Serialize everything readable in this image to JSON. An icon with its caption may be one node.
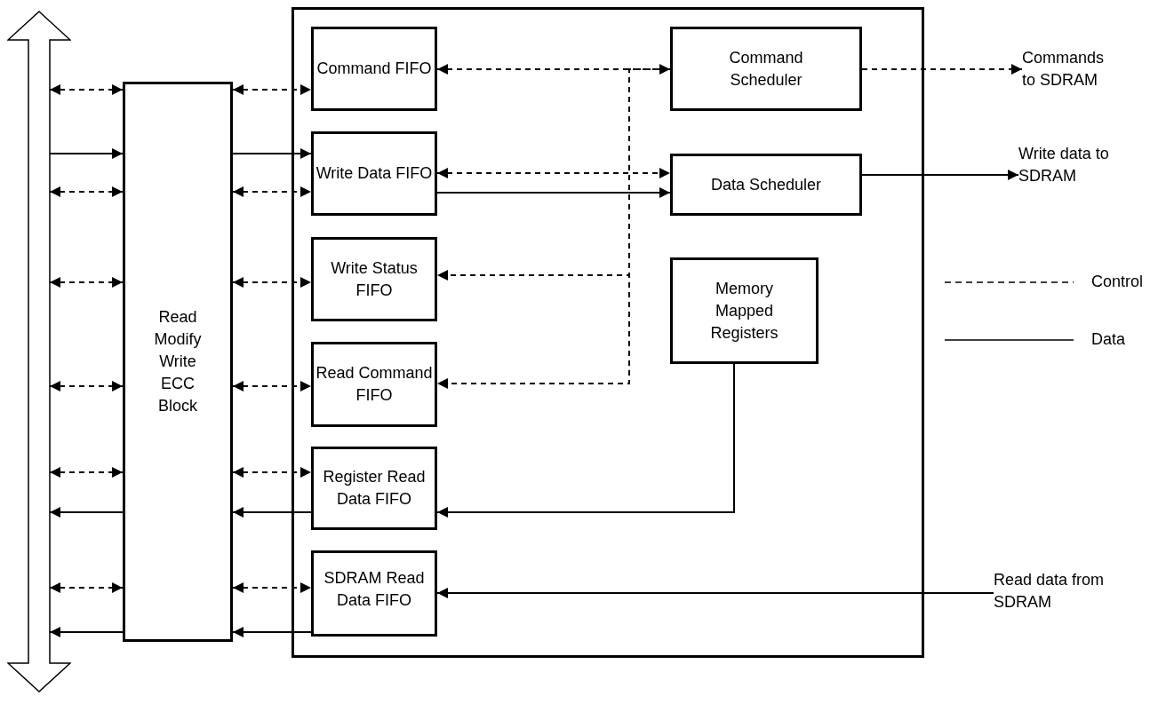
{
  "diagram": {
    "nodes": [
      {
        "text": [],
        "shape": "bar"
      },
      {
        "text": [
          "Read Modify Write ECC Block"
        ]
      },
      {
        "text": [],
        "shape": "box"
      },
      {
        "text": [
          "Command FIFO"
        ],
        "in": 2
      },
      {
        "text": [
          "Write Data FIFO"
        ],
        "in": 2
      },
      {
        "text": [
          "Write Status FIFO"
        ],
        "in": 2
      },
      {
        "text": [
          "Read Command FIFO"
        ],
        "in": 2
      },
      {
        "text": [
          "Register Read Data FIFO"
        ],
        "in": 2
      },
      {
        "text": [
          "SDRAM Read Data FIFO"
        ],
        "in": 2
      },
      {
        "text": [
          "Command Scheduler"
        ],
        "in": 2
      },
      {
        "text": [
          "Data Scheduler"
        ],
        "in": 2
      },
      {
        "text": [
          "Memory Mapped Registers"
        ],
        "in": 2
      },
      {
        "text": [
          "Commands to SDRAM"
        ]
      },
      {
        "text": [
          "Write data to SDRAM"
        ]
      },
      {
        "text": [
          "Read data from SDRAM"
        ]
      }
    ],
    "edges": [
      {
        "from": 0,
        "to": 1,
        "arrow": "both",
        "style": "dashed"
      },
      {
        "from": 0,
        "to": 1,
        "arrow": "to"
      },
      {
        "from": 0,
        "to": 1,
        "arrow": "both",
        "style": "dashed"
      },
      {
        "from": 0,
        "to": 1,
        "arrow": "both",
        "style": "dashed"
      },
      {
        "from": 0,
        "to": 1,
        "arrow": "both",
        "style": "dashed"
      },
      {
        "from": 0,
        "to": 1,
        "arrow": "both",
        "style": "dashed"
      },
      {
        "from": 1,
        "to": 0,
        "arrow": "to"
      },
      {
        "from": 0,
        "to": 1,
        "arrow": "both",
        "style": "dashed"
      },
      {
        "from": 1,
        "to": 0,
        "arrow": "to"
      },
      {
        "from": 1,
        "to": 3,
        "arrow": "both",
        "style": "dashed"
      },
      {
        "from": 1,
        "to": 4,
        "arrow": "to"
      },
      {
        "from": 1,
        "to": 4,
        "arrow": "both",
        "style": "dashed"
      },
      {
        "from": 1,
        "to": 5,
        "arrow": "both",
        "style": "dashed"
      },
      {
        "from": 1,
        "to": 6,
        "arrow": "both",
        "style": "dashed"
      },
      {
        "from": 1,
        "to": 7,
        "arrow": "both",
        "style": "dashed"
      },
      {
        "from": 7,
        "to": 1,
        "arrow": "to"
      },
      {
        "from": 1,
        "to": 8,
        "arrow": "both",
        "style": "dashed"
      },
      {
        "from": 8,
        "to": 1,
        "arrow": "to"
      },
      {
        "from": 3,
        "to": 9,
        "arrow": "both",
        "style": "dashed"
      },
      {
        "from": 4,
        "to": 10,
        "arrow": "both",
        "style": "dashed"
      },
      {
        "from": 4,
        "to": 10,
        "arrow": "to"
      },
      {
        "from": 9,
        "to": 5,
        "arrow": "to",
        "style": "dashed"
      },
      {
        "from": 9,
        "to": 6,
        "arrow": "to",
        "style": "dashed"
      },
      {
        "from": 9,
        "to": 12,
        "arrow": "to",
        "style": "dashed"
      },
      {
        "from": 10,
        "to": 13,
        "arrow": "to"
      },
      {
        "from": 11,
        "to": 7,
        "arrow": "to"
      },
      {
        "from": 14,
        "to": 8,
        "arrow": "to"
      }
    ],
    "legend": [
      {
        "text": "Control"
      },
      {
        "text": "Data"
      }
    ]
  }
}
